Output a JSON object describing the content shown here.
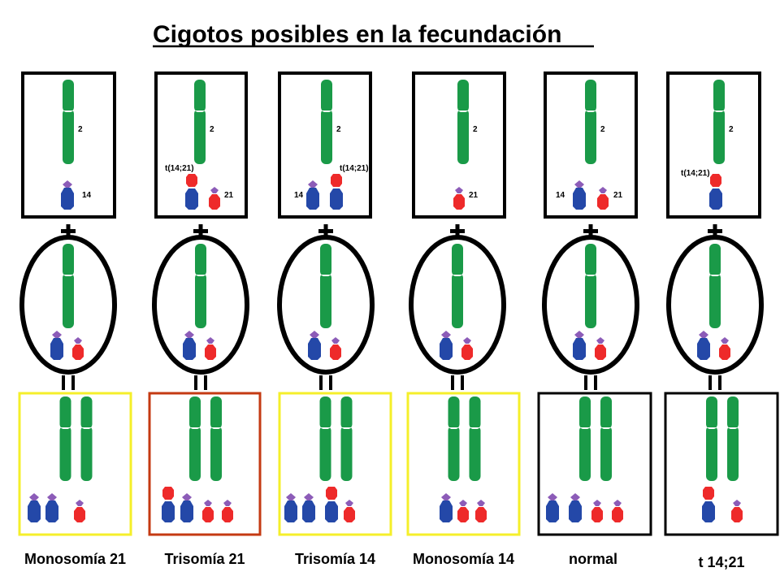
{
  "title": "Cigotos posibles en la fecundación",
  "colors": {
    "chr2": "#1a9a48",
    "chr14": "#2448a8",
    "chr21": "#ee2a2a",
    "centromere": "#8c5cb8",
    "box_normal": "#000000",
    "box_monosomy": "#f5ef2a",
    "box_trisomy21": "#c43a12",
    "oval": "#000000"
  },
  "gametes_top": [
    {
      "chr2_label": "2",
      "items": [
        {
          "type": "14",
          "label": "14"
        }
      ]
    },
    {
      "chr2_label": "2",
      "items": [
        {
          "type": "t1421",
          "label": "t(14;21)"
        },
        {
          "type": "21",
          "label": "21"
        }
      ]
    },
    {
      "chr2_label": "2",
      "items": [
        {
          "type": "14",
          "label": "14"
        },
        {
          "type": "t1421",
          "label": "t(14;21)"
        }
      ]
    },
    {
      "chr2_label": "2",
      "items": [
        {
          "type": "21",
          "label": "21"
        }
      ]
    },
    {
      "chr2_label": "2",
      "items": [
        {
          "type": "14",
          "label": "14"
        },
        {
          "type": "21",
          "label": "21"
        }
      ]
    },
    {
      "chr2_label": "2",
      "items": [
        {
          "type": "t1421",
          "label": "t(14;21)"
        }
      ]
    }
  ],
  "operators": {
    "plus": "+",
    "equals": "="
  },
  "gametes_oval": [
    {
      "items": [
        "14",
        "21"
      ]
    },
    {
      "items": [
        "14",
        "21"
      ]
    },
    {
      "items": [
        "14",
        "21"
      ]
    },
    {
      "items": [
        "14",
        "21"
      ]
    },
    {
      "items": [
        "14",
        "21"
      ]
    },
    {
      "items": [
        "14",
        "21"
      ]
    }
  ],
  "zygotes": [
    {
      "label": "Monosomía 21",
      "border": "box_monosomy",
      "items": [
        "14",
        "14",
        "21"
      ]
    },
    {
      "label": "Trisomía 21",
      "border": "box_trisomy21",
      "items": [
        "t1421",
        "14",
        "21",
        "21"
      ]
    },
    {
      "label": "Trisomía 14",
      "border": "box_monosomy",
      "items": [
        "14",
        "14",
        "t1421",
        "21"
      ]
    },
    {
      "label": "Monosomía 14",
      "border": "box_monosomy",
      "items": [
        "14",
        "21",
        "21"
      ]
    },
    {
      "label": "normal",
      "border": "box_normal",
      "items": [
        "14",
        "14",
        "21",
        "21"
      ]
    },
    {
      "label": "t 14;21",
      "border": "box_normal",
      "items": [
        "t1421",
        "21"
      ]
    }
  ]
}
